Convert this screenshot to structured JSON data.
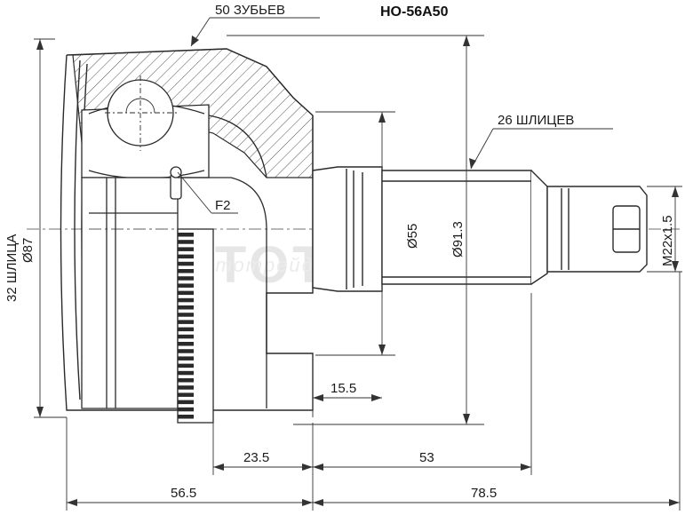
{
  "header": {
    "part_number": "HO-56A50",
    "teeth_label": "50 ЗУБЬЕВ"
  },
  "callouts": {
    "outer_splines": "26 ШЛИЦЕВ",
    "f2": "F2",
    "inner_splines": "32 ШЛИЦА",
    "outer_diameter": "Ø87"
  },
  "dimensions": {
    "shaft_diameter": "Ø55",
    "body_diameter": "Ø91.3",
    "thread": "M22x1.5",
    "d_15_5": "15.5",
    "d_23_5": "23.5",
    "d_53": "53",
    "d_56_5": "56.5",
    "d_78_5": "78.5"
  },
  "watermark": {
    "main": "AUTOTRADE",
    "sub": "автотрейд"
  },
  "colors": {
    "line": "#2a2a2a",
    "dim": "#333333",
    "hatch": "#555555",
    "watermark": "#e6e6e6"
  }
}
